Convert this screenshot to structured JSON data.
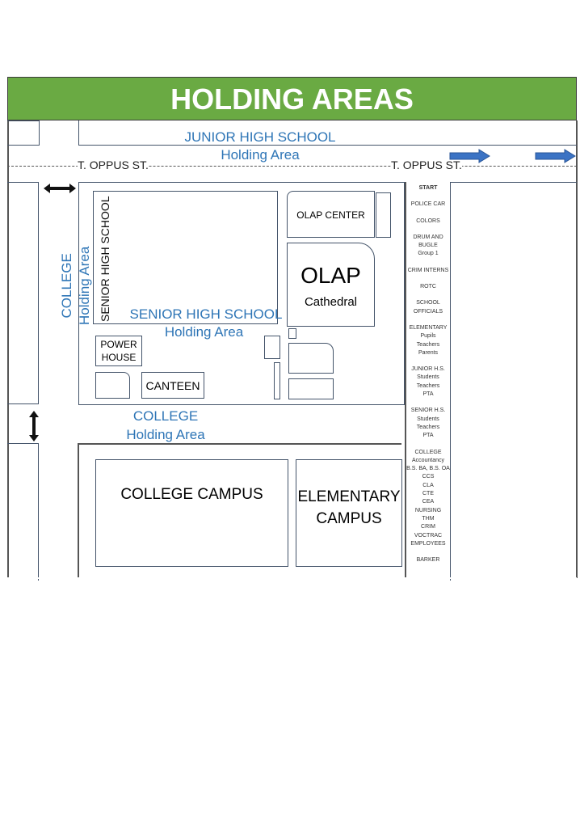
{
  "title": "HOLDING AREAS",
  "colors": {
    "header": "#6aaa43",
    "label_blue": "#2e75b6",
    "arrow_blue": "#3b73c4"
  },
  "streets": {
    "left": "T. OPPUS ST.",
    "right": "T. OPPUS ST."
  },
  "areas": {
    "jhs_line1": "JUNIOR HIGH SCHOOL",
    "jhs_line2": "Holding Area",
    "shs_line1": "SENIOR HIGH SCHOOL",
    "shs_line2": "Holding Area",
    "college_line1": "COLLEGE",
    "college_line2": "Holding Area",
    "college_side_line1": "COLLEGE",
    "college_side_line2": "Holding Area"
  },
  "buildings": {
    "shs": "SENIOR HIGH SCHOOL",
    "olap_center": "OLAP CENTER",
    "olap": "OLAP",
    "cathedral": "Cathedral",
    "power": "POWER",
    "house": "HOUSE",
    "canteen": "CANTEEN",
    "college_campus": "COLLEGE CAMPUS",
    "elementary": "ELEMENTARY",
    "campus": "CAMPUS"
  },
  "parade_order": [
    "START",
    "POLICE CAR",
    "COLORS",
    "DRUM AND\nBUGLE\nGroup 1",
    "CRIM INTERNS",
    "ROTC",
    "SCHOOL\nOFFICIALS",
    "ELEMENTARY\nPupils\nTeachers\nParents",
    "JUNIOR H.S.\nStudents\nTeachers\nPTA",
    "SENIOR H.S.\nStudents\nTeachers\nPTA",
    "COLLEGE\nAccountancy\nB.S. BA, B.S. OA\nCCS\nCLA\nCTE\nCEA\nNURSING\nTHM\nCRIM\nVOCTRAC\nEMPLOYEES",
    "BARKER"
  ]
}
